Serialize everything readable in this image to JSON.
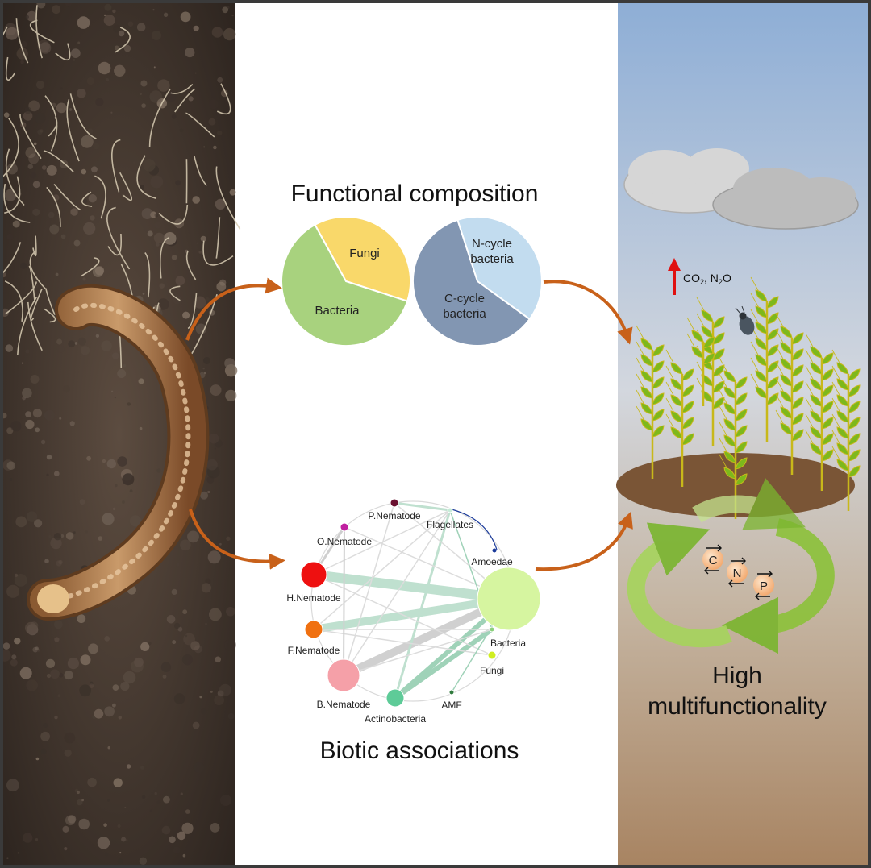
{
  "titles": {
    "functional": "Functional composition",
    "biotic": "Biotic associations",
    "outcome_line1": "High",
    "outcome_line2": "multifunctionality"
  },
  "pies": [
    {
      "name": "fungi-bacteria",
      "slices": [
        {
          "label": "Fungi",
          "fraction": 0.38,
          "color": "#f9d86a"
        },
        {
          "label": "Bacteria",
          "fraction": 0.62,
          "color": "#a8d27e"
        }
      ]
    },
    {
      "name": "nitrogen-carbon",
      "slices": [
        {
          "label_line1": "N-cycle",
          "label_line2": "bacteria",
          "fraction": 0.4,
          "color": "#c2dcef"
        },
        {
          "label_line1": "C-cycle",
          "label_line2": "bacteria",
          "fraction": 0.6,
          "color": "#8296b2"
        }
      ]
    }
  ],
  "network": {
    "nodes": [
      {
        "id": "P.Nematode",
        "label": "P.Nematode",
        "color": "#6a1030"
      },
      {
        "id": "O.Nematode",
        "label": "O.Nematode",
        "color": "#c020a0"
      },
      {
        "id": "H.Nematode",
        "label": "H.Nematode",
        "color": "#ee1010"
      },
      {
        "id": "F.Nematode",
        "label": "F.Nematode",
        "color": "#f07010"
      },
      {
        "id": "B.Nematode",
        "label": "B.Nematode",
        "color": "#f5a0a8"
      },
      {
        "id": "Actinobacteria",
        "label": "Actinobacteria",
        "color": "#5ecb98"
      },
      {
        "id": "AMF",
        "label": "AMF",
        "color": "#2f7a3c"
      },
      {
        "id": "Fungi",
        "label": "Fungi",
        "color": "#d0ee20"
      },
      {
        "id": "Bacteria",
        "label": "Bacteria",
        "color": "#8ad07a"
      },
      {
        "id": "Amoedae",
        "label": "Amoedae",
        "color": "#d6f5a0"
      },
      {
        "id": "Flagellates",
        "label": "Flagellates",
        "color": "#c8ecd8"
      }
    ]
  },
  "emissions": {
    "co2": "CO",
    "co2_sub": "2",
    "sep": ", ",
    "n2o_a": "N",
    "n2o_sub": "2",
    "n2o_b": "O"
  },
  "cycle": [
    "C",
    "N",
    "P"
  ],
  "colors": {
    "arrow": "#c8611a",
    "soil_disk": "#7a5536",
    "wheat": "#7db81c",
    "emission_arrow": "#e01010"
  }
}
